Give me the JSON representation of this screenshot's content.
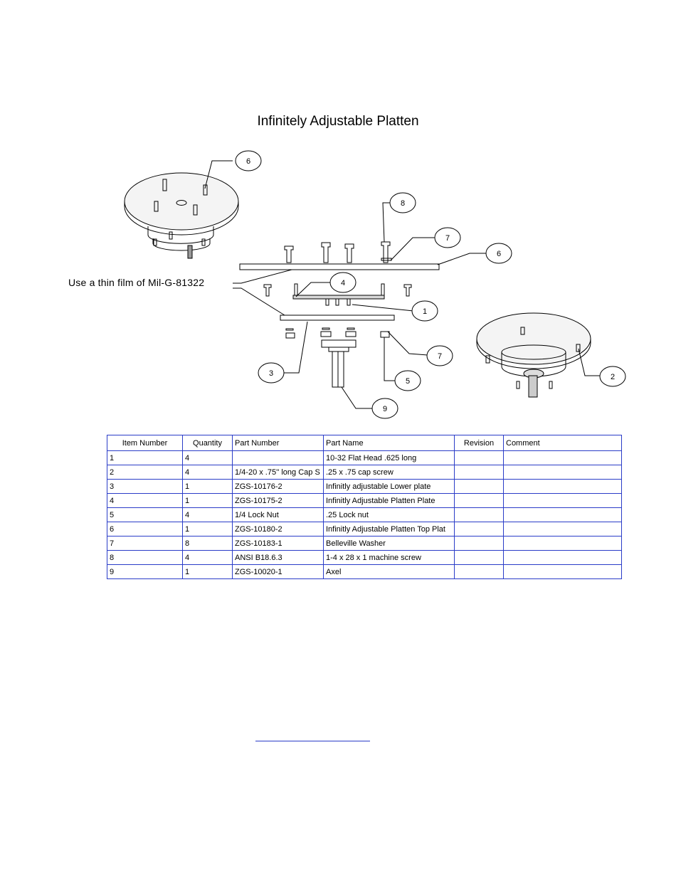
{
  "title": "Infinitely Adjustable Platten",
  "note": "Use a thin film of  Mil-G-81322",
  "balloons": [
    "6",
    "8",
    "7",
    "6",
    "4",
    "1",
    "7",
    "3",
    "5",
    "9",
    "2"
  ],
  "table": {
    "headers": [
      "Item Number",
      "Quantity",
      "Part Number",
      "Part Name",
      "Revision",
      "Comment"
    ],
    "rows": [
      [
        "1",
        "4",
        "",
        "10-32 Flat Head .625 long",
        "",
        ""
      ],
      [
        "2",
        "4",
        "1/4-20 x .75'' long Cap S",
        ".25 x .75 cap screw",
        "",
        ""
      ],
      [
        "3",
        "1",
        "ZGS-10176-2",
        "Infinitly adjustable Lower plate",
        "",
        ""
      ],
      [
        "4",
        "1",
        "ZGS-10175-2",
        "Infinitly Adjustable Platten Plate",
        "",
        ""
      ],
      [
        "5",
        "4",
        "1/4 Lock Nut",
        ".25 Lock nut",
        "",
        ""
      ],
      [
        "6",
        "1",
        "ZGS-10180-2",
        "Infinitly Adjustable Platten Top Plat",
        "",
        ""
      ],
      [
        "7",
        "8",
        "ZGS-10183-1",
        "Belleville Washer",
        "",
        ""
      ],
      [
        "8",
        "4",
        "ANSI B18.6.3",
        "1-4 x 28 x 1 machine screw",
        "",
        ""
      ],
      [
        "9",
        "1",
        "ZGS-10020-1",
        "Axel",
        "",
        ""
      ]
    ]
  }
}
